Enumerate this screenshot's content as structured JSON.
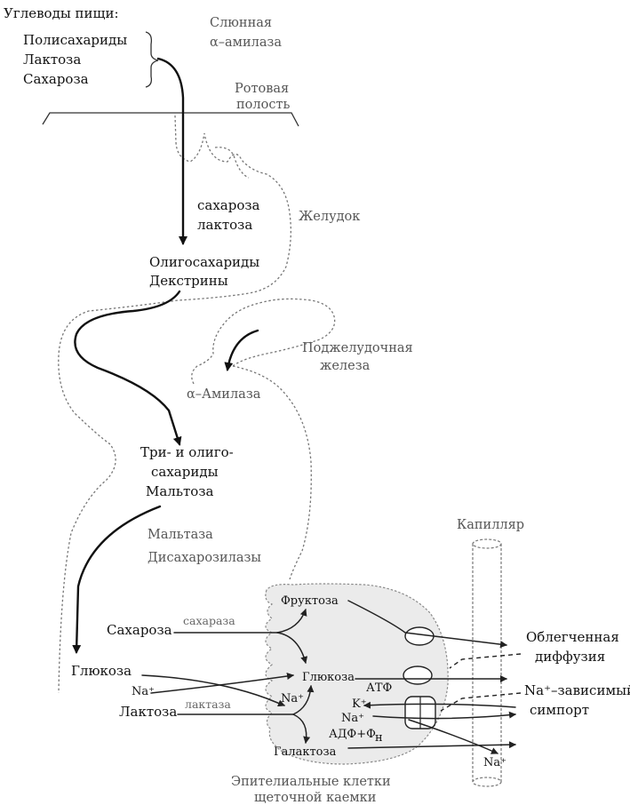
{
  "header": {
    "title": "Углеводы пищи:",
    "foods": [
      "Полисахариды",
      "Лактоза",
      "Сахароза"
    ]
  },
  "organs": {
    "saliva_enzyme_line1": "Слюнная",
    "saliva_enzyme_line2": "α–амилаза",
    "mouth_line1": "Ротовая",
    "mouth_line2": "полость",
    "stomach": "Желудок",
    "pancreas_line1": "Поджелудочная",
    "pancreas_line2": "железа",
    "capillary": "Капилляр",
    "epithelium_line1": "Эпителиальные клетки",
    "epithelium_line2": "щеточной каемки"
  },
  "stomach_contents": {
    "line1": "сахароза",
    "line2": "лактоза"
  },
  "products": {
    "oligo_line1": "Олигосахариды",
    "oligo_line2": "Декстрины",
    "amylase": "α–Амилаза",
    "tri_line1": "Три- и олиго-",
    "tri_line2": "сахариды",
    "tri_line3": "Мальтоза",
    "enzymes_line1": "Мальтаза",
    "enzymes_line2": "Дисахарозилазы"
  },
  "cell": {
    "fructose": "Фруктоза",
    "sucrose": "Сахароза",
    "sucrase": "сахараза",
    "glucose_out": "Глюкоза",
    "glucose_in": "Глюкоза",
    "na_out": "Na⁺",
    "na_in1": "Na⁺",
    "na_in2": "Na⁺",
    "lactose": "Лактоза",
    "lactase": "лактаза",
    "atp": "АТФ",
    "k": "K⁺",
    "adp": "АДФ+Ф",
    "adp_sub": "н",
    "galactose": "Галактоза",
    "na_cap": "Na⁺"
  },
  "transport": {
    "facilitated_line1": "Облегченная",
    "facilitated_line2": "диффузия",
    "symport_line1": "Na⁺–зависимый",
    "symport_line2": "симпорт"
  }
}
